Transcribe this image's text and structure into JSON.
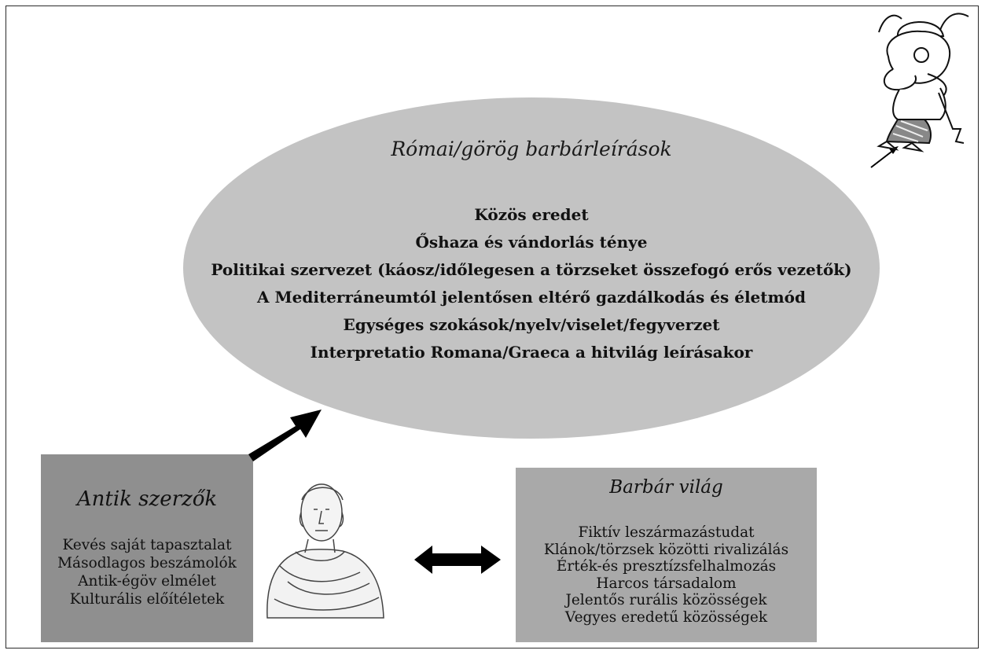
{
  "ellipse": {
    "title": "Római/görög barbárleírások",
    "items": [
      "Közös eredet",
      "Őshaza és vándorlás ténye",
      "Politikai szervezet (káosz/időlegesen a törzseket összefogó erős vezetők)",
      "A Mediterráneumtól jelentősen eltérő gazdálkodás és életmód",
      "Egységes szokások/nyelv/viselet/fegyverzet",
      "Interpretatio Romana/Graeca a hitvilág leírásakor"
    ]
  },
  "left_box": {
    "title": "Antik szerzők",
    "items": [
      "Kevés saját tapasztalat",
      "Másodlagos beszámolók",
      "Antik-égöv elmélet",
      "Kulturális előítéletek"
    ]
  },
  "right_box": {
    "title": "Barbár világ",
    "items": [
      "Fiktív leszármazástudat",
      "Klánok/törzsek közötti rivalizálás",
      "Érték-és presztízsfelhalmozás",
      "Harcos társadalom",
      "Jelentős rurális közösségek",
      "Vegyes eredetű közösségek"
    ]
  },
  "colors": {
    "ellipse_fill": "#c3c3c3",
    "left_box_fill": "#8f8f8f",
    "right_box_fill": "#a9a9a9",
    "arrow": "#000000"
  },
  "images": [
    "roman-bust-illustration",
    "cartoon-gaul-warrior-illustration"
  ]
}
